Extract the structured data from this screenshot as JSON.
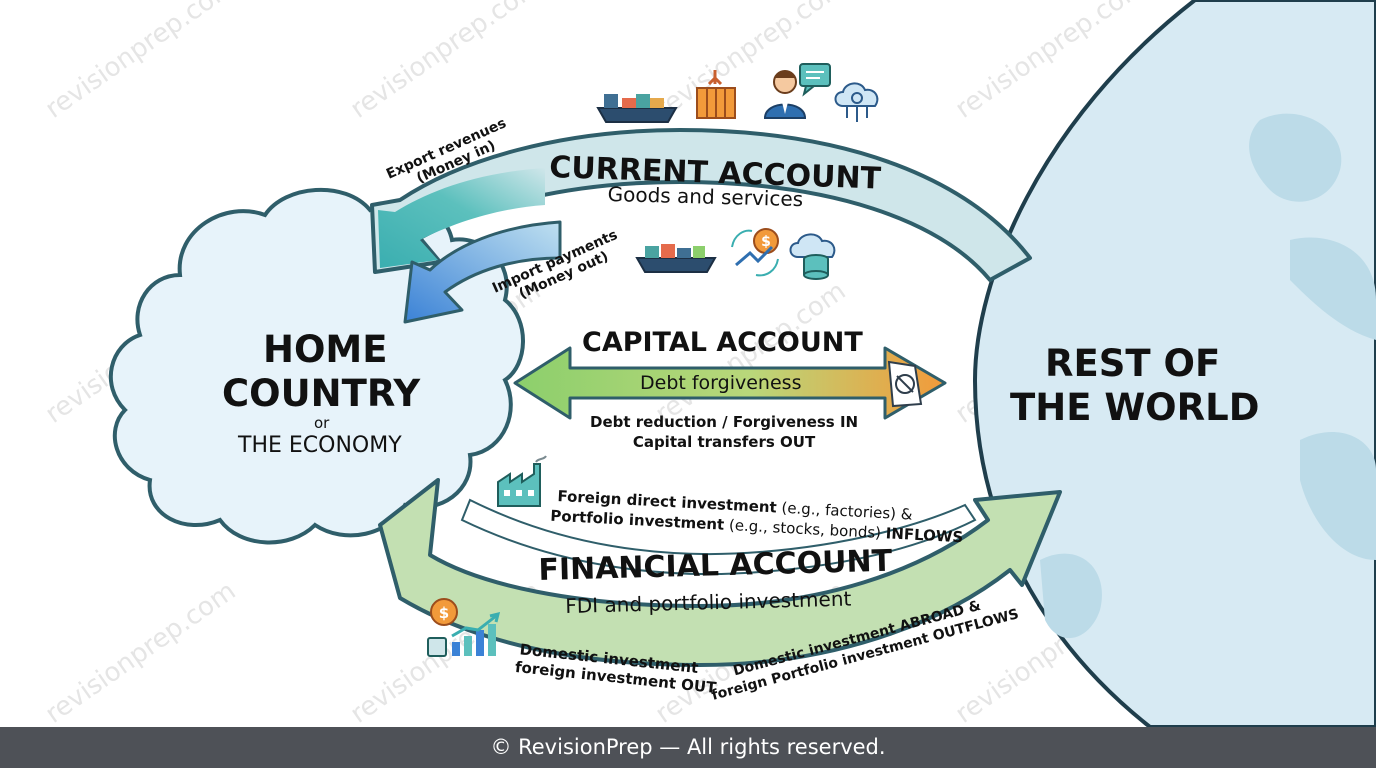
{
  "home": {
    "line1": "HOME",
    "line2": "COUNTRY",
    "or": "or",
    "economy": "THE ECONOMY"
  },
  "world": {
    "line1": "REST OF",
    "line2": "THE WORLD"
  },
  "current_account": {
    "title": "CURRENT ACCOUNT",
    "subtitle": "Goods and services",
    "export_line1": "Export revenues",
    "export_line2": "(Money in)",
    "import_line1": "Import payments",
    "import_line2": "(Money out)"
  },
  "capital_account": {
    "title": "CAPITAL ACCOUNT",
    "arrow_label": "Debt forgiveness",
    "note_line1": "Debt reduction / Forgiveness IN",
    "note_line2": "Capital transfers OUT"
  },
  "financial_account": {
    "title": "FINANCIAL ACCOUNT",
    "subtitle": "FDI and portfolio investment",
    "inflow_line1_bold": "Foreign direct investment",
    "inflow_line1_rest": " (e.g., factories) &",
    "inflow_line2_bold": "Portfolio investment",
    "inflow_line2_mid": " (e.g., stocks, bonds) ",
    "inflow_line2_end": "INFLOWS",
    "out_left_line1": "Domestic investment",
    "out_left_line2": "foreign investment OUT",
    "out_right_line1": "Domestic investment ABROAD &",
    "out_right_line2": "foreign Portfolio investment OUTFLOWS"
  },
  "watermark": "revisionprep.com",
  "footer": "© RevisionPrep — All rights reserved.",
  "colors": {
    "current_fill": "#cfe6ea",
    "current_stroke": "#2f5e6a",
    "export_arrow": "#3aaeb0",
    "import_arrow": "#3b82d6",
    "capital_green": "#8ccf6c",
    "capital_orange": "#f29a3a",
    "financial_fill": "#c3e0b2",
    "financial_stroke": "#2f5e6a",
    "cloud_fill": "#e7f3fa",
    "globe_fill": "#d7eaf3",
    "footer_bg": "#4e5157"
  },
  "icons": [
    "cargo-ship-icon",
    "crane-container-icon",
    "consultant-icon",
    "chat-bubble-icon",
    "cloud-network-icon",
    "dollar-cycle-icon",
    "cloud-database-icon",
    "factory-icon",
    "growth-chart-icon",
    "coin-icon",
    "forgiven-document-icon"
  ]
}
